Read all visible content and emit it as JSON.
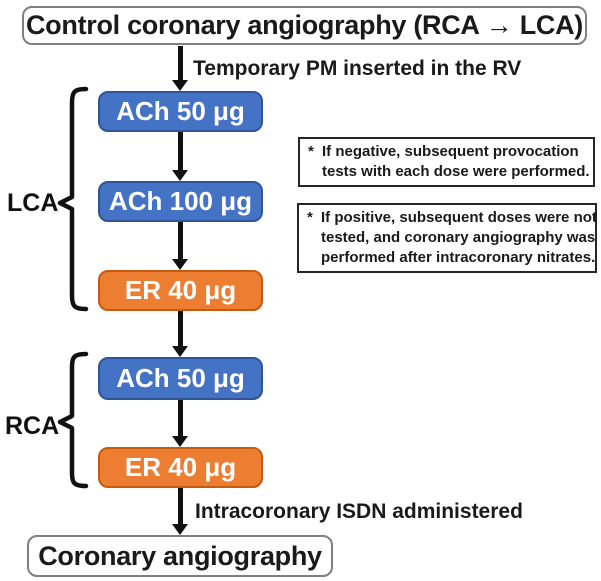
{
  "flow": {
    "title_box": "Control coronary angiography (RCA → LCA)",
    "step1_label": "Temporary PM inserted in the RV",
    "groups": [
      {
        "name": "LCA"
      },
      {
        "name": "RCA"
      }
    ],
    "boxes": [
      {
        "label": "ACh 50 μg",
        "type": "ach"
      },
      {
        "label": "ACh 100 μg",
        "type": "ach"
      },
      {
        "label": "ER 40 μg",
        "type": "er"
      },
      {
        "label": "ACh 50 μg",
        "type": "ach"
      },
      {
        "label": "ER 40 μg",
        "type": "er"
      }
    ],
    "final_label": "Intracoronary ISDN administered",
    "final_box": "Coronary angiography"
  },
  "notes": [
    {
      "marker": "*",
      "lines": [
        "If negative, subsequent provocation",
        "tests with each dose were performed."
      ]
    },
    {
      "marker": "*",
      "lines": [
        "If positive, subsequent doses were not",
        "tested, and coronary angiography was",
        "performed after intracoronary nitrates."
      ]
    }
  ],
  "colors": {
    "ach_blue": "#4472C4",
    "er_orange": "#ED7D31",
    "arrow_black": "#111111",
    "box_border_gray": "#7f7f7f"
  }
}
